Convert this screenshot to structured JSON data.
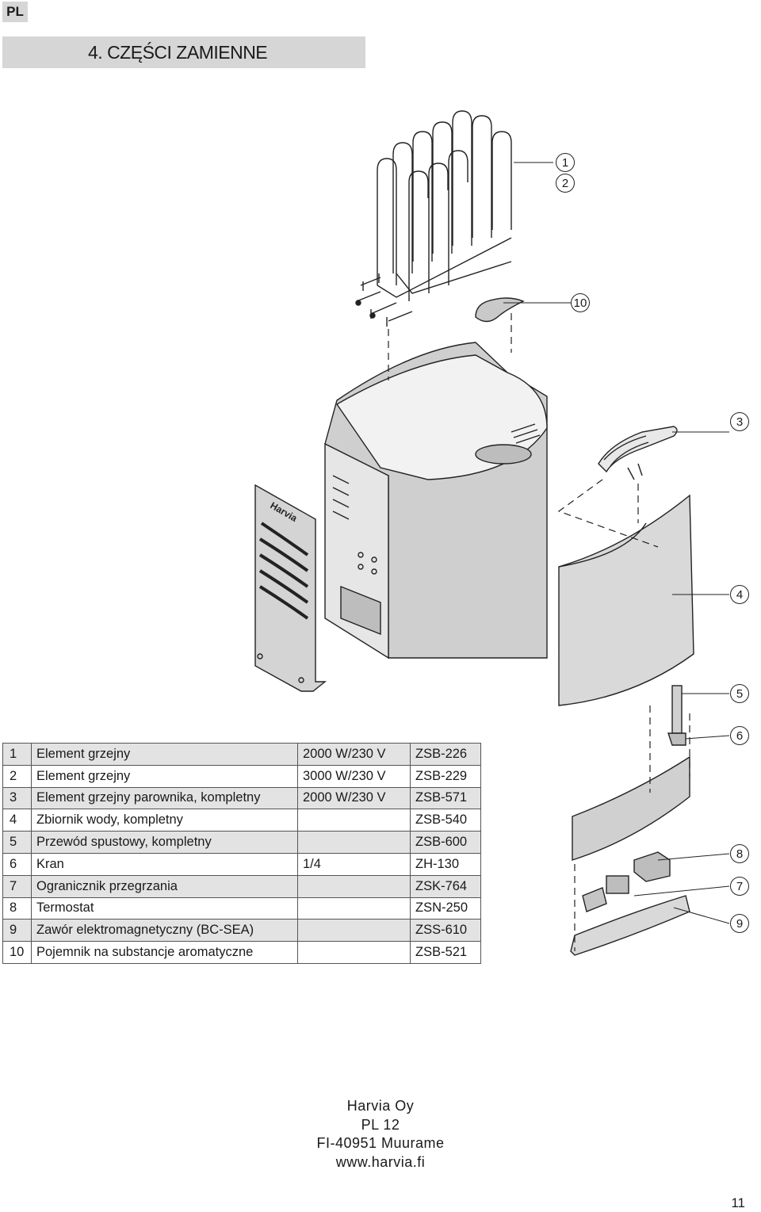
{
  "language_tab": "PL",
  "section_title": "4. CZĘŚCI ZAMIENNE",
  "diagram": {
    "brand_logo": "Harvia",
    "callouts": [
      "1",
      "2",
      "10",
      "3",
      "4",
      "5",
      "6",
      "8",
      "7",
      "9"
    ]
  },
  "parts": [
    {
      "no": "1",
      "name": "Element grzejny",
      "spec": "2000 W/230 V",
      "code": "ZSB-226"
    },
    {
      "no": "2",
      "name": "Element grzejny",
      "spec": "3000 W/230 V",
      "code": "ZSB-229"
    },
    {
      "no": "3",
      "name": "Element grzejny parownika, kompletny",
      "spec": "2000 W/230 V",
      "code": "ZSB-571"
    },
    {
      "no": "4",
      "name": "Zbiornik wody, kompletny",
      "spec": "",
      "code": "ZSB-540"
    },
    {
      "no": "5",
      "name": "Przewód spustowy, kompletny",
      "spec": "",
      "code": "ZSB-600"
    },
    {
      "no": "6",
      "name": "Kran",
      "spec": "1/4",
      "code": "ZH-130"
    },
    {
      "no": "7",
      "name": "Ogranicznik przegrzania",
      "spec": "",
      "code": "ZSK-764"
    },
    {
      "no": "8",
      "name": "Termostat",
      "spec": "",
      "code": "ZSN-250"
    },
    {
      "no": "9",
      "name": "Zawór elektromagnetyczny (BC-SEA)",
      "spec": "",
      "code": "ZSS-610"
    },
    {
      "no": "10",
      "name": "Pojemnik na substancje aromatyczne",
      "spec": "",
      "code": "ZSB-521"
    }
  ],
  "footer": {
    "company": "Harvia Oy",
    "po_box": "PL 12",
    "address": "FI-40951 Muurame",
    "website": "www.harvia.fi"
  },
  "page_number": "11"
}
